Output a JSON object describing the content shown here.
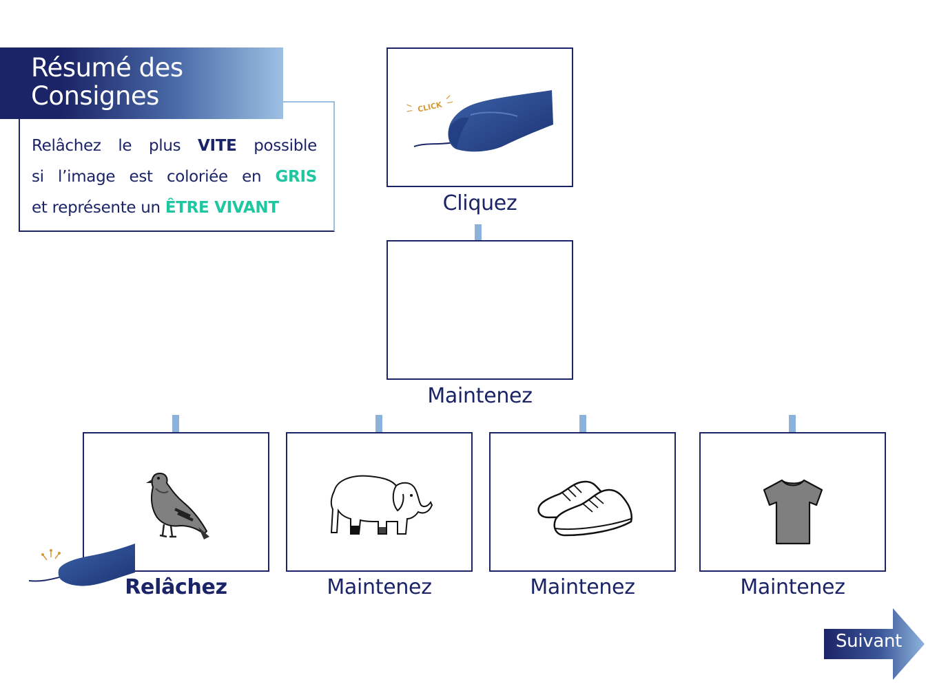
{
  "summary": {
    "title_line1": "Résumé des",
    "title_line2": "Consignes",
    "text": {
      "l1_a": "Relâchez",
      "l1_b": "le",
      "l1_c": "plus",
      "l1_kw": "VITE",
      "l1_d": "possible",
      "l2_a": "si",
      "l2_b": "l’image",
      "l2_c": "est",
      "l2_d": "coloriée",
      "l2_e": "en",
      "l2_kw": "GRIS",
      "l3_a": "et représente un",
      "l3_kw": "ÊTRE VIVANT"
    }
  },
  "steps": {
    "click_label": "Cliquez",
    "click_sound": "CLICK",
    "hold_label": "Maintenez"
  },
  "outcomes": [
    {
      "label": "Relâchez",
      "image": "pigeon-icon",
      "color": "gray"
    },
    {
      "label": "Maintenez",
      "image": "elephant-icon",
      "color": "white"
    },
    {
      "label": "Maintenez",
      "image": "sneakers-icon",
      "color": "white"
    },
    {
      "label": "Maintenez",
      "image": "tshirt-icon",
      "color": "gray"
    }
  ],
  "navigation": {
    "next_label": "Suivant"
  },
  "colors": {
    "navy": "#1b2466",
    "green_keyword": "#1fc7a0",
    "arrow_blue": "#8cb2dc",
    "hand_blue": "#2a4a8c"
  }
}
